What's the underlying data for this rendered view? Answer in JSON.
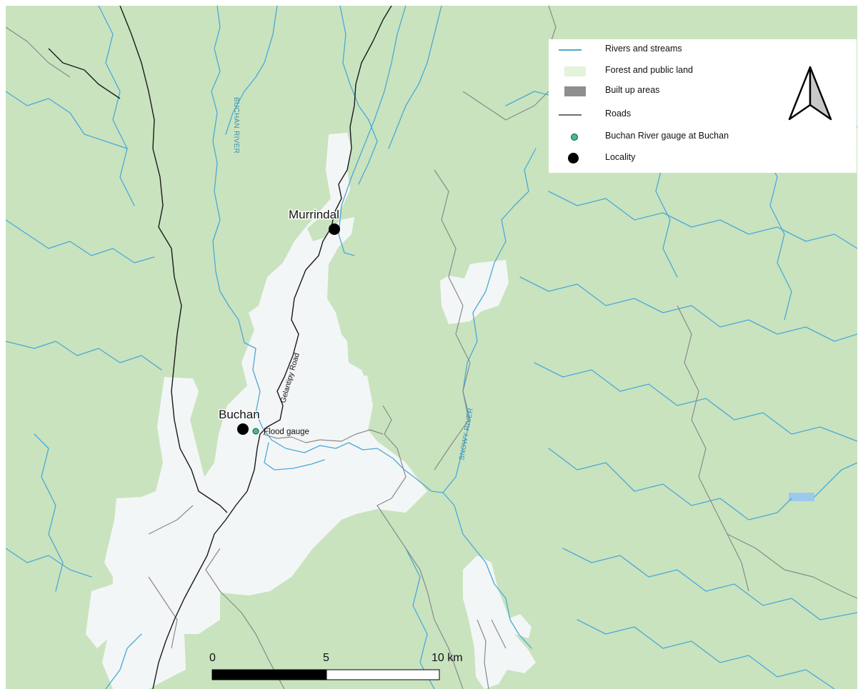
{
  "legend": {
    "items": [
      {
        "key": "rivers",
        "label": "Rivers and streams"
      },
      {
        "key": "forest",
        "label": "Forest and public land"
      },
      {
        "key": "built",
        "label": "Built up areas"
      },
      {
        "key": "roads",
        "label": "Roads"
      },
      {
        "key": "gauge",
        "label": "Buchan River gauge at Buchan"
      },
      {
        "key": "locality",
        "label": "Locality"
      }
    ]
  },
  "map": {
    "places": {
      "murrindal": "Murrindal",
      "buchan": "Buchan"
    },
    "gauge_label": "Flood gauge",
    "road_label": "Gelantipy Road",
    "rivers": {
      "buchan": "BUCHAN RIVER",
      "snowy": "SNOWY RIVER"
    }
  },
  "scale_bar": {
    "ticks": [
      "0",
      "5",
      "10 km"
    ]
  },
  "colors": {
    "forest": "#c9e3bf",
    "cleared_land": "#f3f6f6",
    "river": "#4aa9d6",
    "road_main": "#1a1a1a",
    "road_minor": "#8a8a8a",
    "gauge": "#3fbf8f",
    "locality": "#000000"
  }
}
